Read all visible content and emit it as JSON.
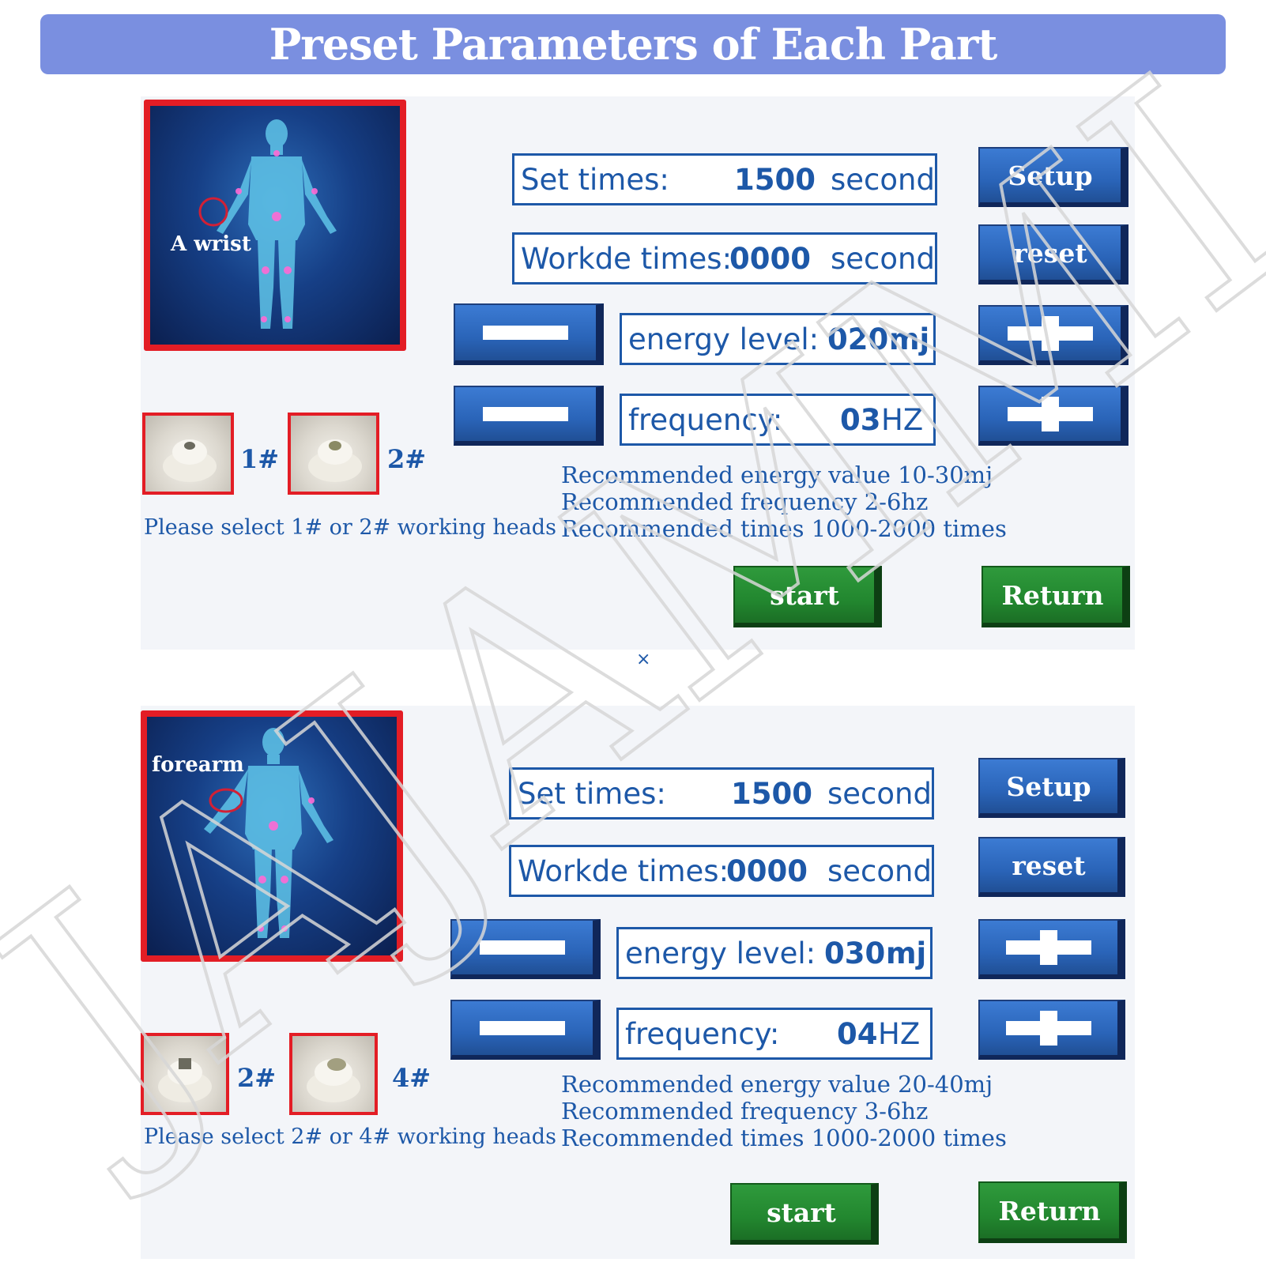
{
  "header": {
    "title": "Preset Parameters of Each Part"
  },
  "watermark": {
    "text": "JAJAMMI"
  },
  "divider_symbol": "×",
  "panels": [
    {
      "body_part": "A wrist",
      "set_times": {
        "label": "Set times:",
        "value": "1500",
        "unit": "second"
      },
      "worked_times": {
        "label": "Workde times:",
        "value": "0000",
        "unit": "second"
      },
      "energy": {
        "label": "energy level:",
        "value": "020",
        "unit": "mj"
      },
      "frequency": {
        "label": "frequency:",
        "value": "03",
        "unit": "HZ"
      },
      "setup_label": "Setup",
      "reset_label": "reset",
      "start_label": "start",
      "return_label": "Return",
      "heads": [
        {
          "label": "1#"
        },
        {
          "label": "2#"
        }
      ],
      "select_hint": "Please select 1# or 2# working heads",
      "recommendations": [
        "Recommended energy value 10-30mj",
        "Recommended frequency 2-6hz",
        "Recommended times 1000-2000 times"
      ]
    },
    {
      "body_part": "forearm",
      "set_times": {
        "label": "Set times:",
        "value": "1500",
        "unit": "second"
      },
      "worked_times": {
        "label": "Workde times:",
        "value": "0000",
        "unit": "second"
      },
      "energy": {
        "label": "energy level:",
        "value": "030",
        "unit": "mj"
      },
      "frequency": {
        "label": "frequency:",
        "value": "04",
        "unit": "HZ"
      },
      "setup_label": "Setup",
      "reset_label": "reset",
      "start_label": "start",
      "return_label": "Return",
      "heads": [
        {
          "label": "2#"
        },
        {
          "label": "4#"
        }
      ],
      "select_hint": "Please select 2# or 4# working heads",
      "recommendations": [
        "Recommended energy value 20-40mj",
        "Recommended frequency 3-6hz",
        "Recommended times 1000-2000 times"
      ]
    }
  ],
  "colors": {
    "header_bg": "#7a8fe0",
    "text_blue": "#1d58a8",
    "frame_red": "#e31d25",
    "button_blue": "#2a64b8",
    "button_green": "#22872f"
  }
}
